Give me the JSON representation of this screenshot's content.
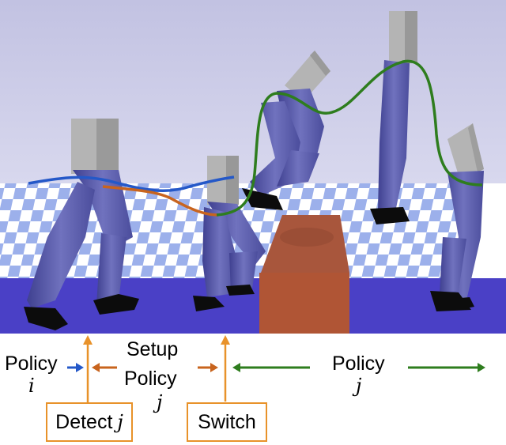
{
  "labels": {
    "policy_i": "Policy",
    "policy_i_sym": "i",
    "setup": "Setup",
    "setup_policy": "Policy",
    "setup_policy_sym": "j",
    "policy_j": "Policy",
    "policy_j_sym": "j",
    "detect": "Detect",
    "detect_sym": "j",
    "switch": "Switch"
  },
  "colors": {
    "sky": "#c9c9e6",
    "ground_strip": "#4a42c8",
    "checker_light": "#ffffff",
    "checker_blue": "#6f8fe0",
    "robot_leg": "#5e60a8",
    "robot_torso": "#b4b4b4",
    "robot_feet": "#0a0a0a",
    "block": "#b45436",
    "trajectory_policy_i": "#2458c8",
    "trajectory_setup": "#c8641e",
    "trajectory_policy_j": "#2e7d1e",
    "annotation_box": "#e8922a"
  }
}
